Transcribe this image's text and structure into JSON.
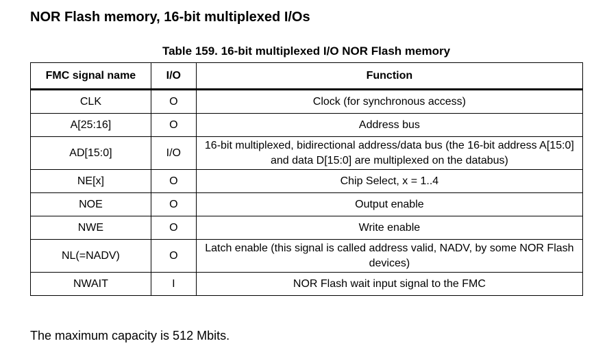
{
  "section_title": "NOR Flash memory, 16-bit multiplexed I/Os",
  "table": {
    "caption": "Table 159. 16-bit multiplexed I/O NOR Flash memory",
    "headers": [
      "FMC signal name",
      "I/O",
      "Function"
    ],
    "rows": [
      [
        "CLK",
        "O",
        "Clock (for synchronous access)"
      ],
      [
        "A[25:16]",
        "O",
        "Address bus"
      ],
      [
        "AD[15:0]",
        "I/O",
        "16-bit multiplexed, bidirectional address/data bus (the 16-bit address A[15:0] and data D[15:0] are multiplexed on the databus)"
      ],
      [
        "NE[x]",
        "O",
        "Chip Select, x = 1..4"
      ],
      [
        "NOE",
        "O",
        "Output enable"
      ],
      [
        "NWE",
        "O",
        "Write enable"
      ],
      [
        "NL(=NADV)",
        "O",
        "Latch enable (this signal is called address valid, NADV, by some NOR Flash devices)"
      ],
      [
        "NWAIT",
        "I",
        "NOR Flash wait input signal to the FMC"
      ]
    ]
  },
  "footer_note": "The maximum capacity is 512 Mbits."
}
